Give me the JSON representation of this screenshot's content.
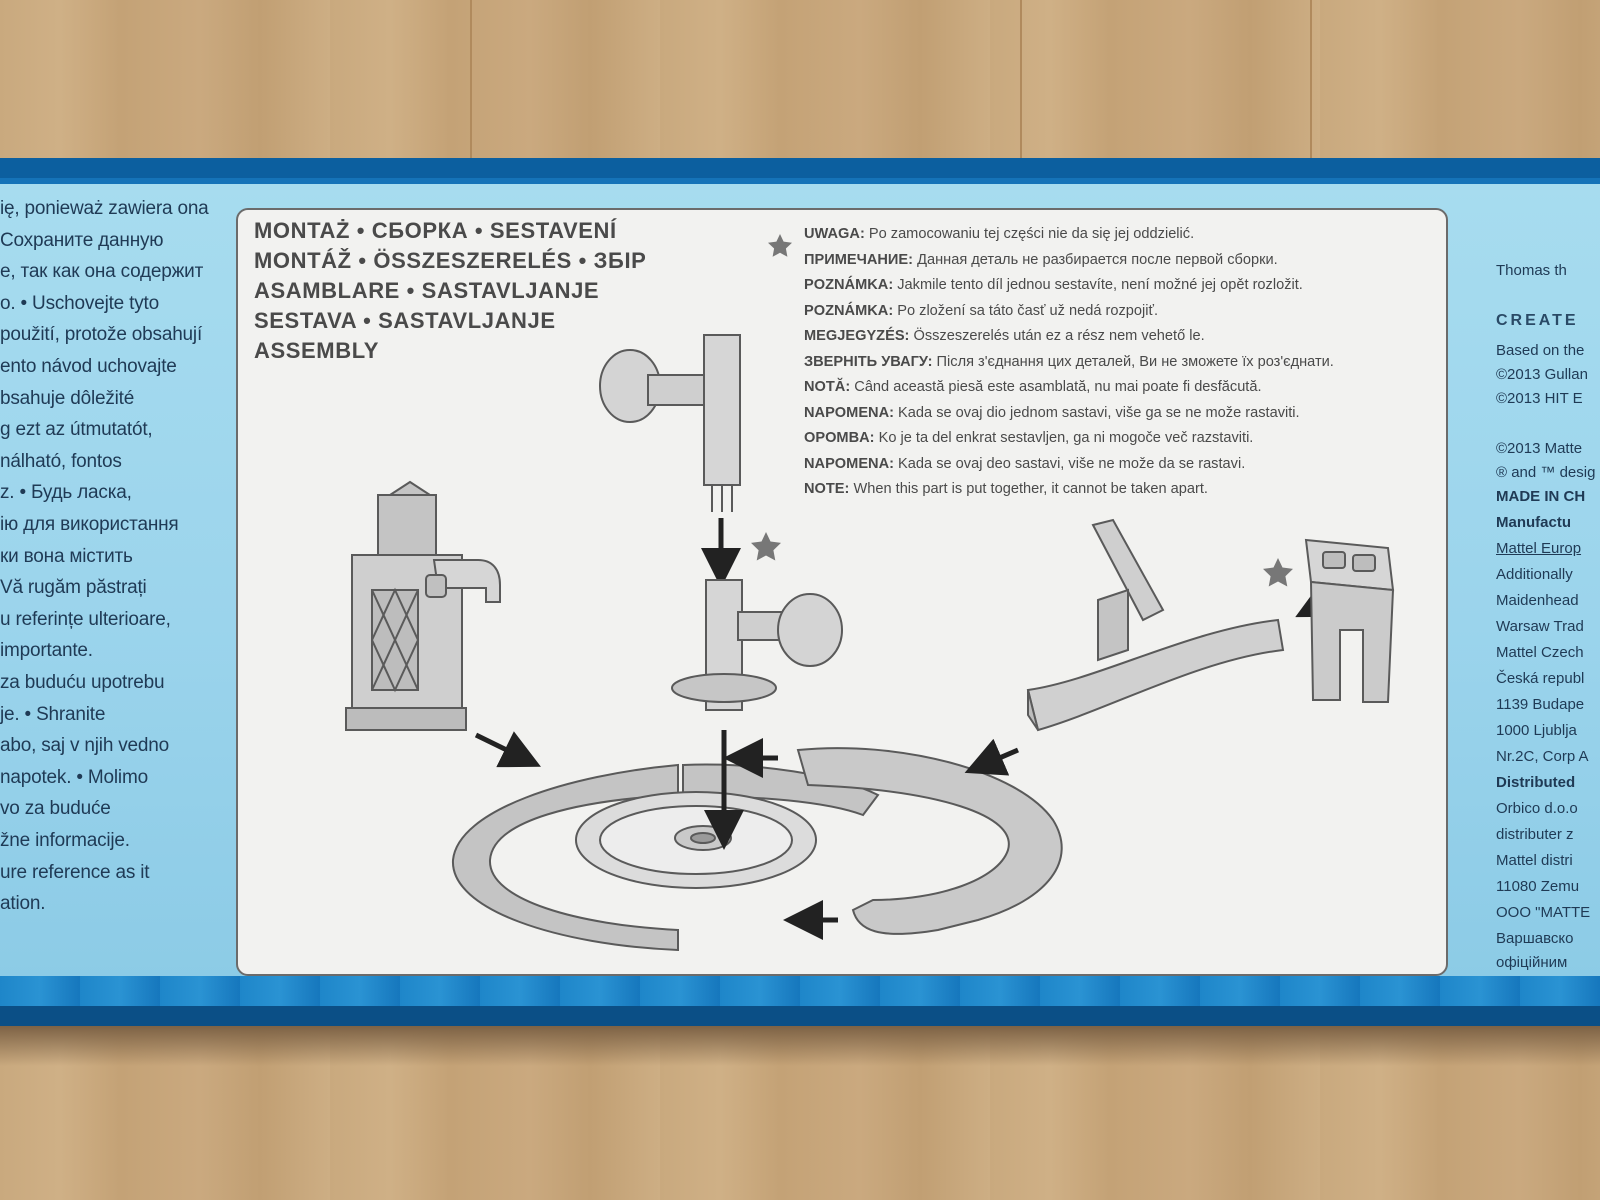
{
  "left_column_lines": [
    "ię, ponieważ zawiera ona",
    "Сохраните данную",
    "е, так как она содержит",
    "o. • Uschovejte tyto",
    "použití, protože obsahují",
    "ento návod uchovajte",
    "bsahuje dôležité",
    "g ezt az útmutatót,",
    "nálható, fontos",
    "z. • Будь ласка,",
    "ію для використання",
    "ки вона містить",
    "Vă rugăm păstrați",
    "u referințe ulterioare,",
    "importante.",
    "za buduću upotrebu",
    "je. • Shranite",
    "abo, saj v njih vedno",
    "napotek. • Molimo",
    "vo za buduće",
    "žne informacije.",
    "ure reference as it",
    "ation."
  ],
  "assembly_titles": [
    "MONTAŻ • СБОРКА • SESTAVENÍ",
    "MONTÁŽ • ÖSSZESZERELÉS • ЗБІР",
    "ASAMBLARE • SASTAVLJANJE",
    "SESTAVA • SASTAVLJANJE",
    "ASSEMBLY"
  ],
  "notes": [
    {
      "label": "UWAGA:",
      "text": " Po zamocowaniu tej części nie da się jej oddzielić."
    },
    {
      "label": "ПРИМЕЧАНИЕ:",
      "text": " Данная деталь не разбирается после первой сборки."
    },
    {
      "label": "POZNÁMKA:",
      "text": " Jakmile tento díl jednou sestavíte, není možné jej opět rozložit."
    },
    {
      "label": "POZNÁMKA:",
      "text": " Po zložení sa táto časť už nedá rozpojiť."
    },
    {
      "label": "MEGJEGYZÉS:",
      "text": " Összeszerelés után ez a rész nem vehető le."
    },
    {
      "label": "ЗВЕРНІТЬ УВАГУ:",
      "text": " Після з'єднання цих деталей, Ви не зможете їх роз'єднати."
    },
    {
      "label": "NOTĂ:",
      "text": " Când această piesă este asamblată, nu mai poate fi desfăcută."
    },
    {
      "label": "NAPOMENA:",
      "text": " Kada se ovaj dio jednom sastavi, više ga se ne može rastaviti."
    },
    {
      "label": "OPOMBA:",
      "text": " Ko je ta del enkrat sestavljen, ga ni mogoče več razstaviti."
    },
    {
      "label": "NAPOMENA:",
      "text": " Kada se ovaj deo sastavi, više ne može da se rastavi."
    },
    {
      "label": "NOTE:",
      "text": " When this part is put together, it cannot be taken apart."
    }
  ],
  "right_column_lines": [
    {
      "text": "Thomas th",
      "style": "normal"
    },
    {
      "text": "CREATE",
      "style": "brand"
    },
    {
      "text": "Based on the",
      "style": "normal"
    },
    {
      "text": "©2013 Gullan",
      "style": "normal"
    },
    {
      "text": "©2013 HIT E",
      "style": "normal"
    },
    {
      "text": "©2013 Matte",
      "style": "normal"
    },
    {
      "text": "® and ™ desig",
      "style": "normal"
    },
    {
      "text": "MADE IN CH",
      "style": "bold"
    },
    {
      "text": "Manufactu",
      "style": "bold"
    },
    {
      "text": "Mattel Europ",
      "style": "under"
    },
    {
      "text": "Additionally",
      "style": "normal"
    },
    {
      "text": "Maidenhead",
      "style": "normal"
    },
    {
      "text": "Warsaw Trad",
      "style": "normal"
    },
    {
      "text": "Mattel Czech",
      "style": "normal"
    },
    {
      "text": "Česká republ",
      "style": "normal"
    },
    {
      "text": "1139 Budape",
      "style": "normal"
    },
    {
      "text": "1000 Ljublja",
      "style": "normal"
    },
    {
      "text": "Nr.2C, Corp A",
      "style": "normal"
    },
    {
      "text": "Distributed",
      "style": "bold"
    },
    {
      "text": "Orbico d.o.o",
      "style": "normal"
    },
    {
      "text": "distributer z",
      "style": "normal"
    },
    {
      "text": "Mattel distri",
      "style": "normal"
    },
    {
      "text": "11080 Zemu",
      "style": "normal"
    },
    {
      "text": "ООО \"МАТТЕ",
      "style": "normal"
    },
    {
      "text": "Варшавско",
      "style": "normal"
    },
    {
      "text": "офіційним",
      "style": "normal"
    }
  ],
  "colors": {
    "box_blue": "#1573b8",
    "panel_bg": "#f2f2f0",
    "part_gray": "#bfbfbf",
    "ink": "#4a4a4a"
  }
}
